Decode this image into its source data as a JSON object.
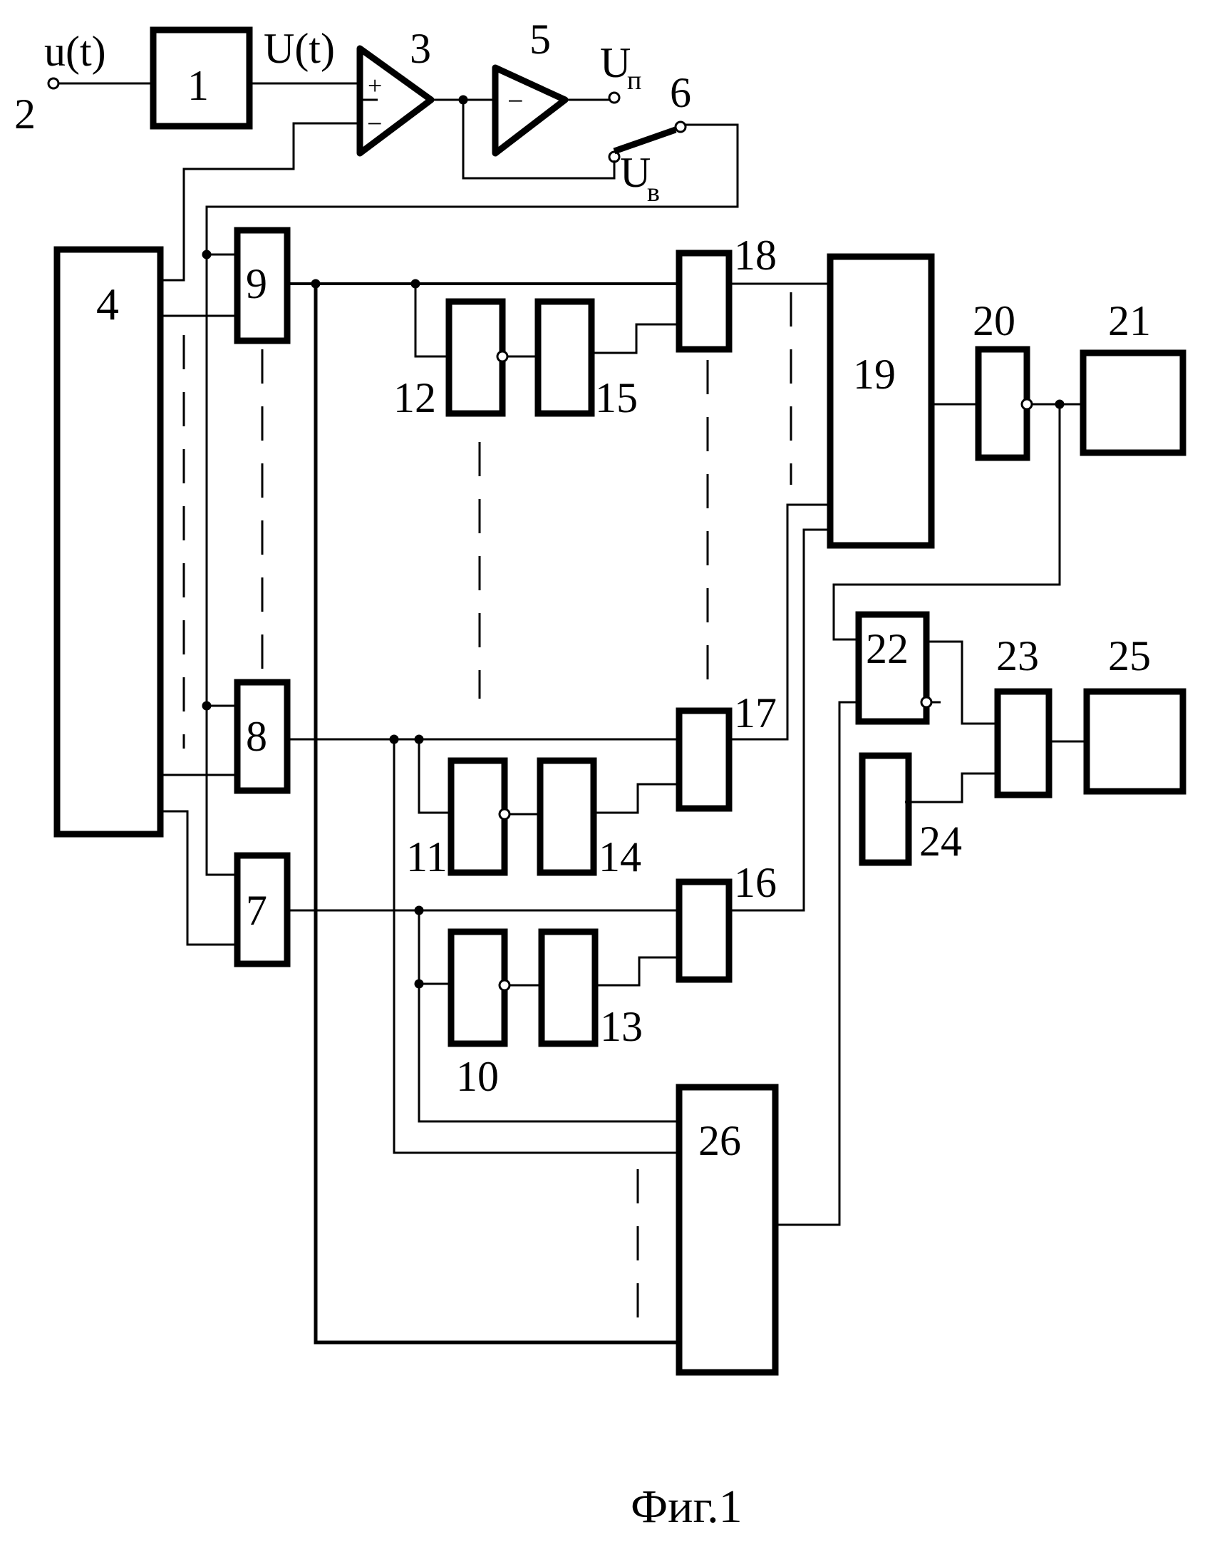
{
  "figure": {
    "caption": "Фиг.1"
  },
  "signals": {
    "input_small": "u(t)",
    "input_large": "U(t)",
    "node_input": "2",
    "U_p_base": "U",
    "U_p_sub": "п",
    "U_v_base": "U",
    "U_v_sub": "в"
  },
  "comparator": {
    "plus": "+",
    "minus": "−"
  },
  "inverter": {
    "minus": "−"
  },
  "blocks": {
    "b1": "1",
    "b3": "3",
    "b4": "4",
    "b5": "5",
    "b6": "6",
    "b7": "7",
    "b8": "8",
    "b9": "9",
    "b10": "10",
    "b11": "11",
    "b12": "12",
    "b13": "13",
    "b14": "14",
    "b15": "15",
    "b16": "16",
    "b17": "17",
    "b18": "18",
    "b19": "19",
    "b20": "20",
    "b21": "21",
    "b22": "22",
    "b23": "23",
    "b24": "24",
    "b25": "25",
    "b26": "26"
  },
  "colors": {
    "ink": "#000000",
    "paper": "#ffffff"
  }
}
